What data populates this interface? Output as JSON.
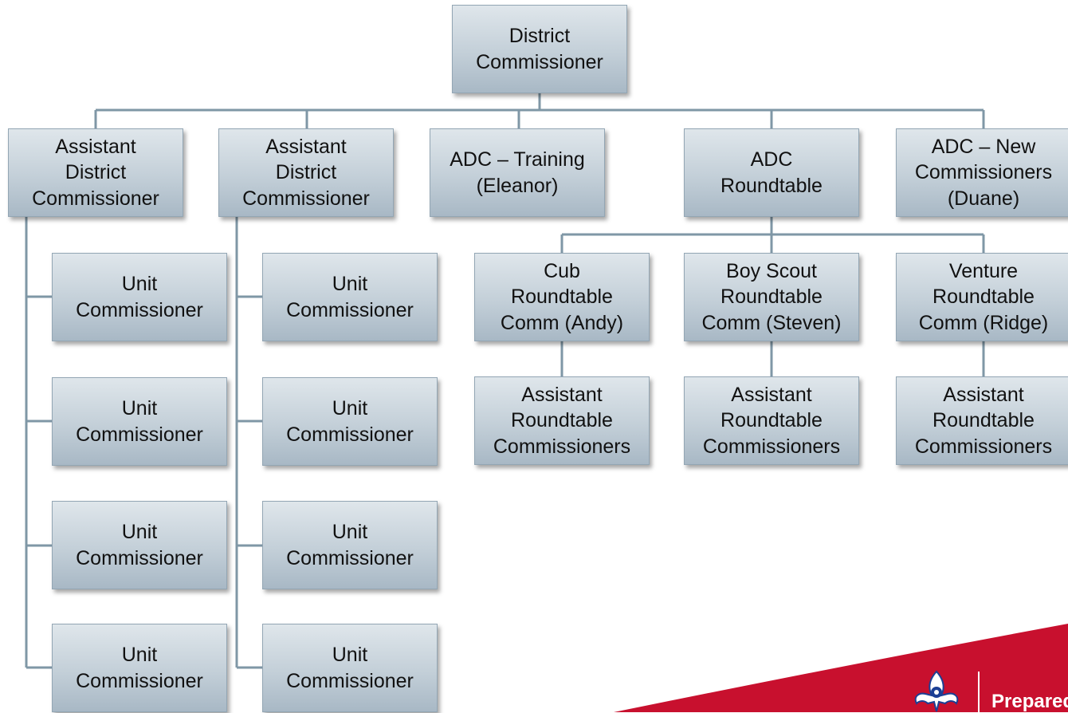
{
  "chart": {
    "root": "District\nCommissioner",
    "level1": [
      "Assistant\nDistrict\nCommissioner",
      "Assistant\nDistrict\nCommissioner",
      "ADC – Training\n(Eleanor)",
      "ADC\nRoundtable",
      "ADC – New\nCommissioners\n(Duane)"
    ],
    "unit_commissioners_col1": [
      "Unit\nCommissioner",
      "Unit\nCommissioner",
      "Unit\nCommissioner",
      "Unit\nCommissioner"
    ],
    "unit_commissioners_col2": [
      "Unit\nCommissioner",
      "Unit\nCommissioner",
      "Unit\nCommissioner",
      "Unit\nCommissioner"
    ],
    "roundtable_comms": [
      "Cub\nRoundtable\nComm (Andy)",
      "Boy Scout\nRoundtable\nComm (Steven)",
      "Venture\nRoundtable\nComm (Ridge)"
    ],
    "assistant_roundtable": [
      "Assistant\nRoundtable\nCommissioners",
      "Assistant\nRoundtable\nCommissioners",
      "Assistant\nRoundtable\nCommissioners"
    ]
  },
  "footer": {
    "tagline": "Prepared"
  },
  "colors": {
    "connector": "#7f97a6",
    "brand_red": "#c8102e"
  }
}
